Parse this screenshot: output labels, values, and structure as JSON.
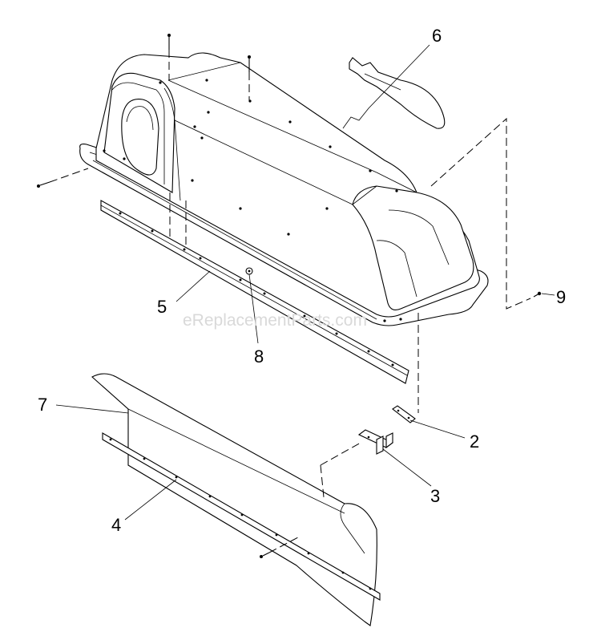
{
  "watermark": "eReplacementParts.com",
  "callouts": [
    {
      "id": "c6",
      "label": "6"
    },
    {
      "id": "c5",
      "label": "5"
    },
    {
      "id": "c8",
      "label": "8"
    },
    {
      "id": "c9",
      "label": "9"
    },
    {
      "id": "c7",
      "label": "7"
    },
    {
      "id": "c2",
      "label": "2"
    },
    {
      "id": "c3",
      "label": "3"
    },
    {
      "id": "c4",
      "label": "4"
    }
  ]
}
